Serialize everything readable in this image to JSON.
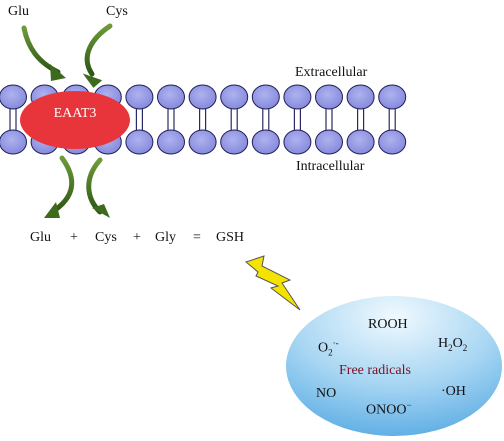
{
  "top": {
    "glu": "Glu",
    "cys": "Cys"
  },
  "transporter": {
    "label": "EAAT3",
    "color": "#e8353b"
  },
  "membrane": {
    "extracellular_label": "Extracellular",
    "intracellular_label": "Intracellular",
    "head_color": "#8a8ee0"
  },
  "equation": {
    "glu": "Glu",
    "plus1": "+",
    "cys": "Cys",
    "plus2": "+",
    "gly": "Gly",
    "equals": "=",
    "gsh": "GSH"
  },
  "radicals": {
    "center_label": "Free radicals",
    "rooh": "ROOH",
    "o2_base": "O",
    "o2_sub": "2",
    "o2_sup": "·-",
    "h2o2_h1": "H",
    "h2o2_s1": "2",
    "h2o2_o": "O",
    "h2o2_s2": "2",
    "no": "NO",
    "oh": "·OH",
    "onoo_base": "ONOO",
    "onoo_sup": "−",
    "colors": {
      "top": "#e8f5fc",
      "bottom": "#5aaee6"
    }
  },
  "arrow_color": "#3d6b1e",
  "lightning_color": "#f4e200"
}
